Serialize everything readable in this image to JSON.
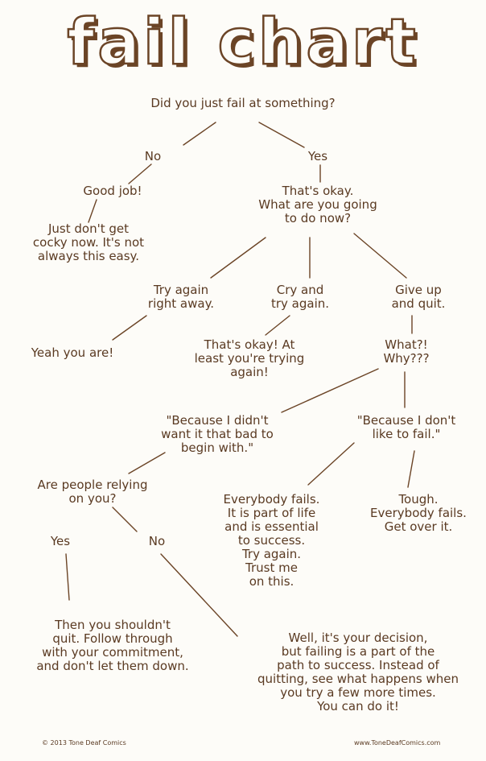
{
  "title": "fail chart",
  "nodes": {
    "q1": "Did you just fail at something?",
    "no1": "No",
    "yes1": "Yes",
    "good_job": "Good job!",
    "cocky": "Just don't get\ncocky now. It's not\nalways this easy.",
    "okay": "That's okay.\nWhat are you going\nto do now?",
    "try_again": "Try again\nright away.",
    "cry": "Cry and\ntry again.",
    "give_up": "Give up\nand quit.",
    "yeah": "Yeah you are!",
    "trying": "That's okay! At\nleast you're trying\nagain!",
    "what": "What?!\nWhy???",
    "because1": "\"Because I didn't\nwant it that bad to\nbegin with.\"",
    "because2": "\"Because I don't\nlike to fail.\"",
    "relying": "Are people relying\non you?",
    "yes2": "Yes",
    "no2": "No",
    "everybody": "Everybody fails.\nIt is part of life\nand is essential\nto success.\nTry again.\nTrust me\non this.",
    "tough": "Tough.\nEverybody fails.\nGet over it.",
    "shouldnt": "Then you shouldn't\nquit. Follow through\nwith your commitment,\nand don't let them down.",
    "decision": "Well, it's your decision,\nbut failing is a part of the\npath to success. Instead of\nquitting, see what happens when\nyou try a few more times.\nYou can do it!"
  },
  "footer": {
    "left": "© 2013 Tone Deaf Comics",
    "right": "www.ToneDeafComics.com"
  }
}
